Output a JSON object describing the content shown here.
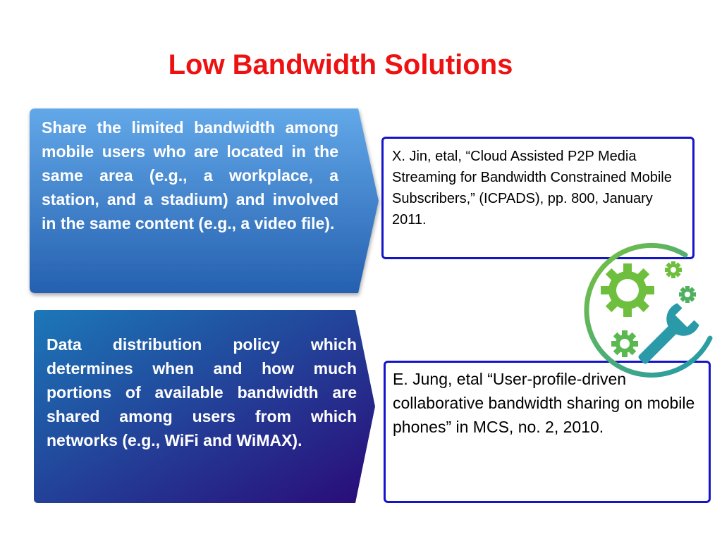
{
  "slide": {
    "title": "Low Bandwidth Solutions",
    "box1_text": "Share the limited bandwidth among mobile users who are located in the same area (e.g., a workplace, a station, and a stadium) and involved in the same content (e.g., a video file).",
    "box2_text": "Data distribution policy which determines when and how much portions of available bandwidth are shared among users from which networks (e.g., WiFi and WiMAX).",
    "ref1_text": "X. Jin, etal, “Cloud Assisted P2P Media Streaming for Bandwidth Constrained Mobile Subscribers,” (ICPADS), pp. 800, January 2011.",
    "ref2_text": "E. Jung, etal “User-profile-driven collaborative bandwidth sharing on mobile phones” in  MCS, no. 2, 2010."
  },
  "colors": {
    "title": "#ee1111",
    "box1_gradient": [
      "#5a9ee0",
      "#2a68b8"
    ],
    "box2_gradient": [
      "#1a6fb0",
      "#2a0f7a"
    ],
    "ref_border": "#1414c8",
    "icon_green": "#6fbf3f",
    "icon_teal": "#2a9aa8"
  },
  "icon": "gears-wrench-settings-icon"
}
